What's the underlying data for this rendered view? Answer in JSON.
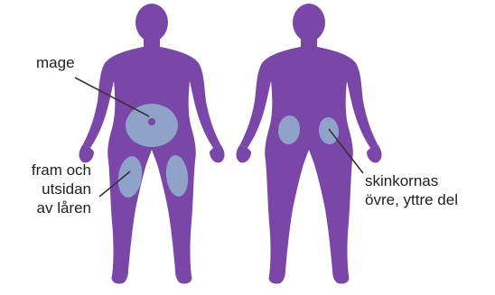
{
  "colors": {
    "body": "#7a47a8",
    "zone": "#8fa2c8",
    "line": "#333333",
    "text": "#1f1f1f"
  },
  "figures": {
    "front": {
      "name": "front-view"
    },
    "back": {
      "name": "back-view"
    }
  },
  "labels": {
    "abdomen": "mage",
    "thighs": [
      "fram och",
      "utsidan",
      "av låren"
    ],
    "buttocks": [
      "skinkornas",
      "övre, yttre del"
    ]
  }
}
